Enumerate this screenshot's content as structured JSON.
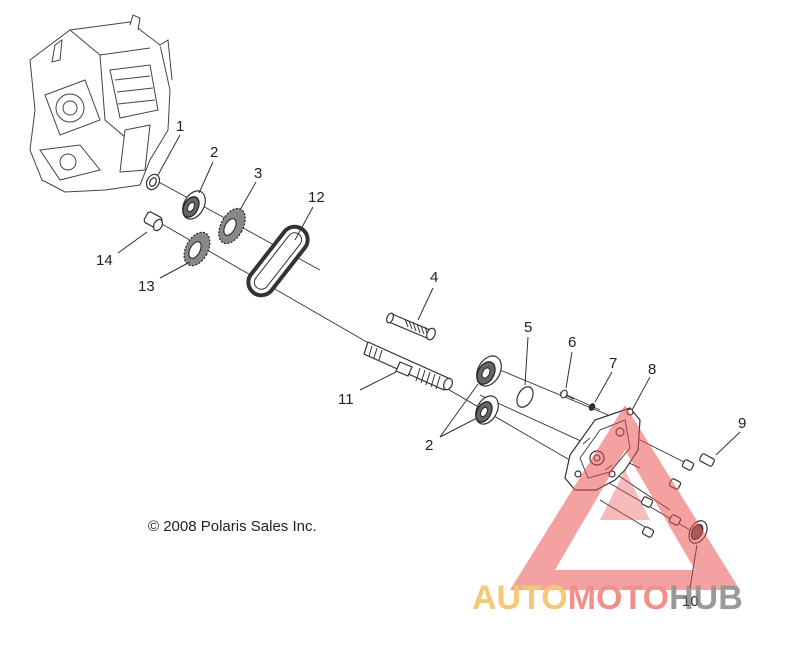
{
  "diagram": {
    "labels": {
      "l1": "1",
      "l2a": "2",
      "l3": "3",
      "l12": "12",
      "l14": "14",
      "l13": "13",
      "l4": "4",
      "l5": "5",
      "l6": "6",
      "l7": "7",
      "l8": "8",
      "l9": "9",
      "l11": "11",
      "l2b": "2",
      "l10": "10"
    },
    "copyright": "© 2008 Polaris Sales Inc."
  },
  "watermark": {
    "part1": "AUTO",
    "part2": "MOTO",
    "part3": "HUB",
    "colors": {
      "auto": "#f0b84a",
      "moto": "#ef6a62",
      "hub": "#777777",
      "triangle": "#ea4b4b"
    }
  }
}
